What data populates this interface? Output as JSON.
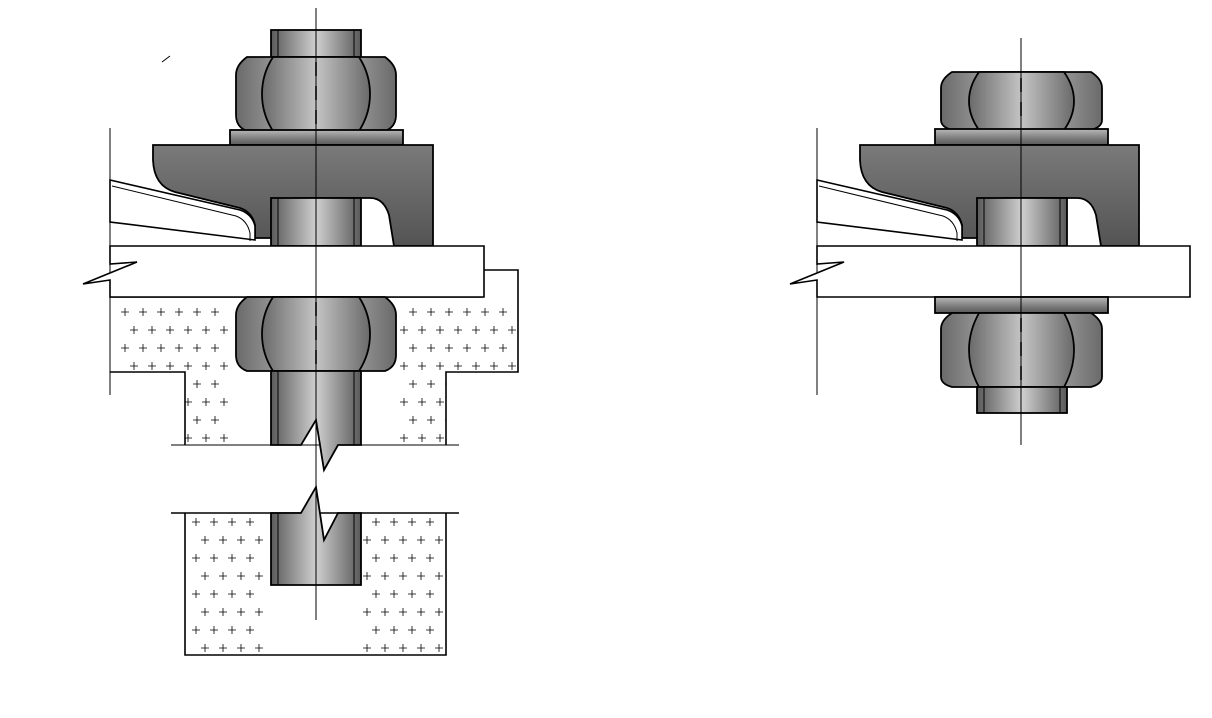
{
  "diagram": {
    "views": [
      {
        "id": "left",
        "parts": [
          "bolt",
          "hex-nut-top",
          "washer-top",
          "clamp",
          "flange",
          "hex-nut-bottom",
          "concrete-foundation"
        ]
      },
      {
        "id": "right",
        "parts": [
          "hex-nut-top",
          "washer-top",
          "clamp",
          "flange",
          "washer-bottom",
          "hex-nut-bottom",
          "bolt-end"
        ]
      }
    ],
    "colors": {
      "metal_dark": "#5a5a5a",
      "metal_light": "#cfcfcf",
      "outline": "#000000",
      "background": "#ffffff",
      "concrete_fill": "#ffffff"
    }
  }
}
